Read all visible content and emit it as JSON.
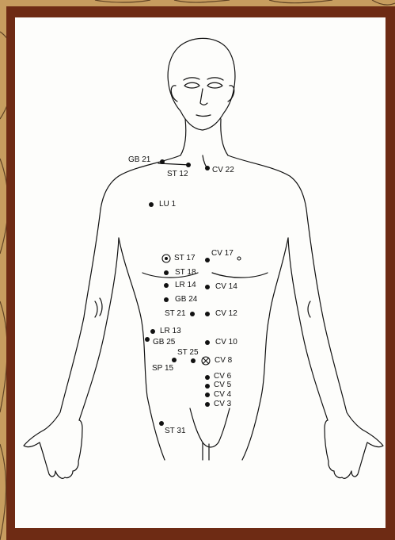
{
  "colors": {
    "frame": "#6e2b14",
    "background_pattern": "#c9a46a",
    "paper": "#fdfdfb",
    "ink": "#111111"
  },
  "points": {
    "gb21": "GB 21",
    "st12": "ST 12",
    "cv22": "CV 22",
    "lu1": "LU 1",
    "st17": "ST 17",
    "cv17": "CV 17",
    "st18": "ST 18",
    "lr14": "LR 14",
    "cv14": "CV 14",
    "gb24": "GB 24",
    "st21": "ST 21",
    "cv12": "CV 12",
    "lr13": "LR 13",
    "gb25": "GB 25",
    "cv10": "CV 10",
    "st25": "ST 25",
    "sp15": "SP 15",
    "cv8": "CV 8",
    "cv6": "CV 6",
    "cv5": "CV 5",
    "cv4": "CV 4",
    "cv3": "CV 3",
    "st31": "ST 31"
  }
}
